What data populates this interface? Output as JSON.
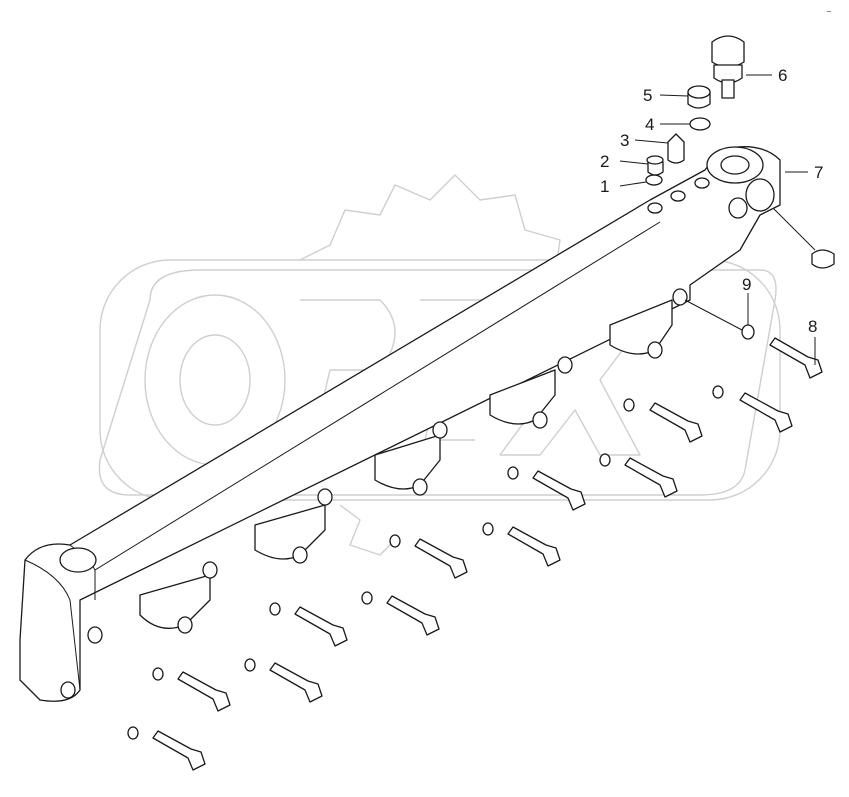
{
  "diagram": {
    "corner_mark": "~",
    "watermark_logo": "OPEX",
    "callouts": [
      {
        "id": "1",
        "label": "1"
      },
      {
        "id": "2",
        "label": "2"
      },
      {
        "id": "3",
        "label": "3"
      },
      {
        "id": "4",
        "label": "4"
      },
      {
        "id": "5",
        "label": "5"
      },
      {
        "id": "6",
        "label": "6"
      },
      {
        "id": "7",
        "label": "7"
      },
      {
        "id": "8",
        "label": "8"
      },
      {
        "id": "9",
        "label": "9"
      }
    ],
    "colors": {
      "line": "#1a1a1a",
      "watermark": "#cfcfcf",
      "background": "#ffffff"
    }
  }
}
